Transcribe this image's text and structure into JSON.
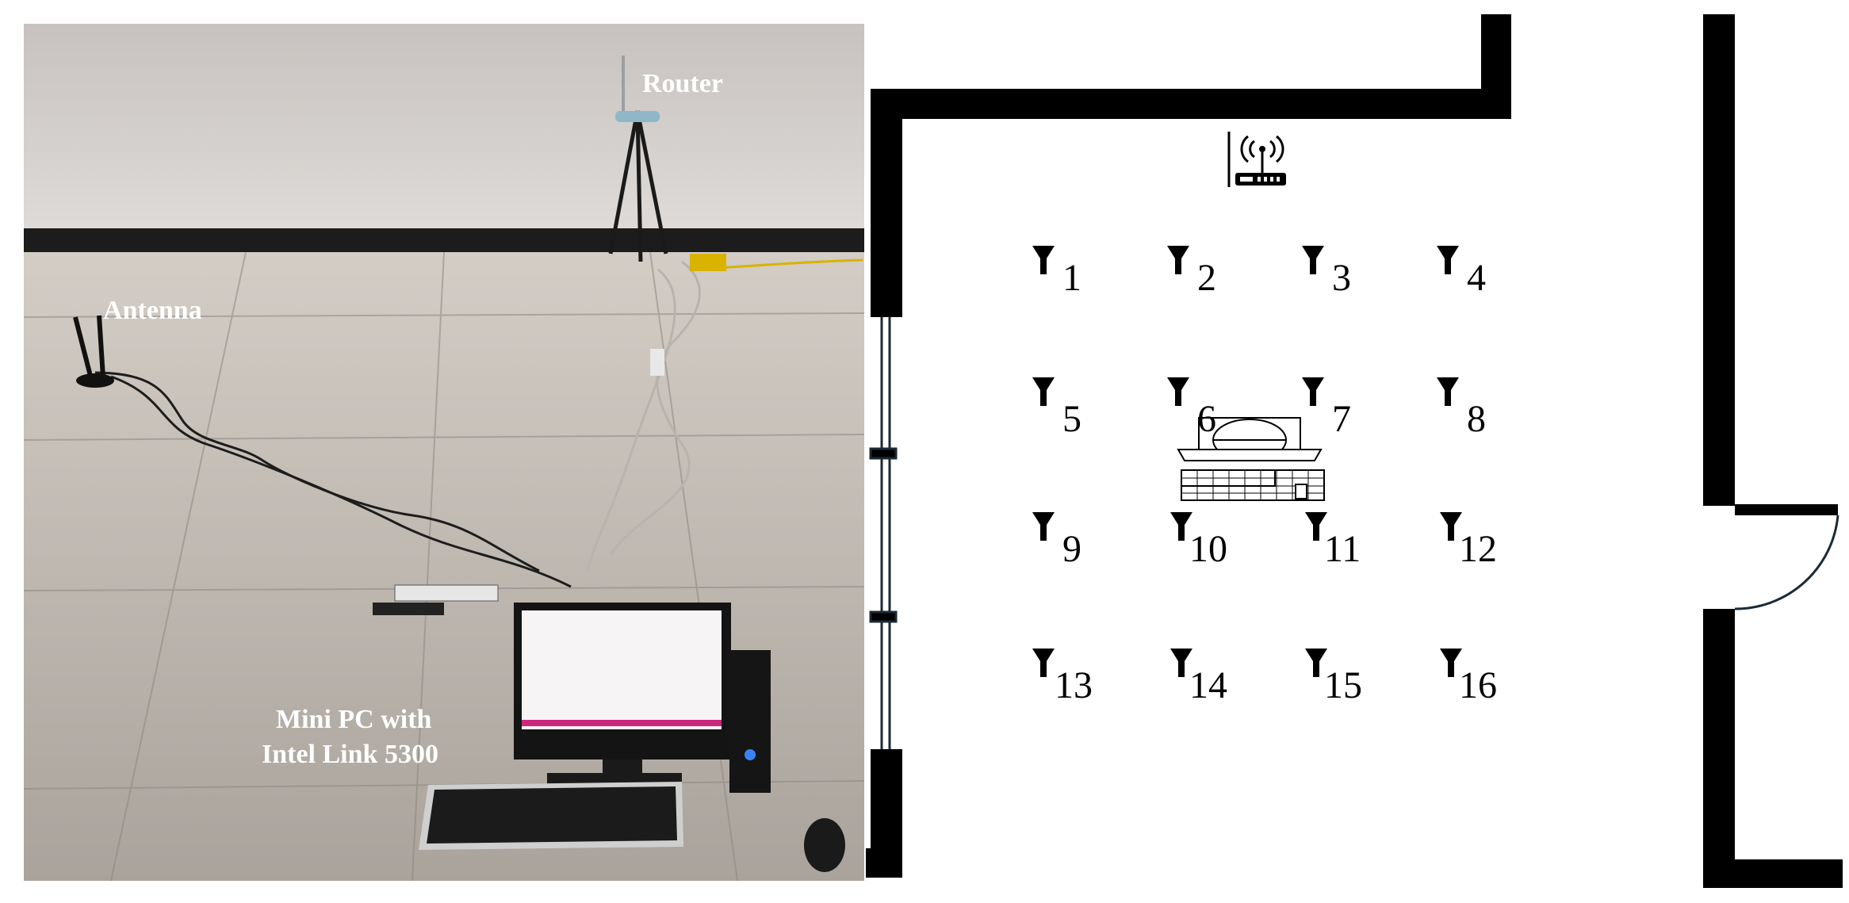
{
  "photo": {
    "labels": {
      "router": "Router",
      "antenna": "Antenna",
      "mini_pc_line1": "Mini PC with",
      "mini_pc_line2": "Intel Link 5300"
    }
  },
  "floor_plan": {
    "antennas": [
      "1",
      "2",
      "3",
      "4",
      "5",
      "6",
      "7",
      "8",
      "9",
      "10",
      "11",
      "12",
      "13",
      "14",
      "15",
      "16"
    ],
    "icons": [
      "router-icon",
      "computer-icon",
      "antenna-icon",
      "door-icon"
    ]
  },
  "colors": {
    "wall": "#000000",
    "floor": "#c9c4bd",
    "wall_photo": "#dcd8d5"
  }
}
